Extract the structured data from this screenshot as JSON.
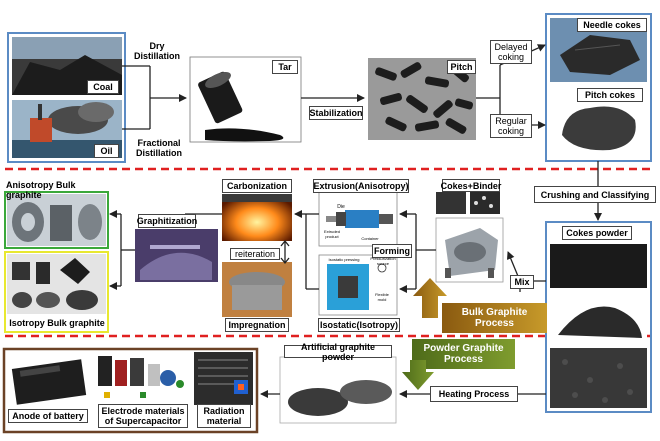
{
  "sources": {
    "coal": "Coal",
    "oil": "Oil"
  },
  "steps": {
    "dry_distillation": "Dry\nDistillation",
    "fractional_distillation": "Fractional\nDistillation",
    "tar": "Tar",
    "stabilization": "Stabilization",
    "pitch": "Pitch",
    "delayed_coking": "Delayed\ncoking",
    "regular_coking": "Regular\ncoking",
    "needle_cokes": "Needle cokes",
    "pitch_cokes": "Pitch cokes",
    "crushing": "Crushing and Classifying",
    "cokes_powder": "Cokes powder",
    "mix": "Mix",
    "cokes_binder": "Cokes+Binder",
    "forming": "Forming",
    "extrusion": "Extrusion(Anisotropy)",
    "isostatic": "Isostatic(Isotropy)",
    "carbonization": "Carbonization",
    "reiteration": "reiteration",
    "impregnation": "Impregnation",
    "graphitization": "Graphitization",
    "anisotropy_bulk": "Anisotropy Bulk graphite",
    "isotropy_bulk": "Isotropy Bulk graphite",
    "heating": "Heating Process",
    "artificial_powder": "Artificial graphite powder",
    "anode": "Anode of battery",
    "electrode": "Electrode materials\nof Supercapacitor",
    "radiation": "Radiation\nmaterial"
  },
  "processes": {
    "bulk": "Bulk Graphite\nProcess",
    "powder": "Powder Graphite\nProcess"
  },
  "diagram_text": {
    "die": "Die",
    "extruded_product": "Extruded\nproduct",
    "container": "Container",
    "pressure_source": "Pressurization\nsource",
    "isostatic_pressing": "Isostatic pressing",
    "flexible_mold": "Flexible\nmold"
  },
  "colors": {
    "frame_blue": "#5b8bc4",
    "divider_red": "#e02020",
    "bulk_arrow": "#b8860b",
    "powder_arrow": "#6b8e23",
    "green_frame": "#3aa83a",
    "yellow_frame": "#e8e830",
    "brown_frame": "#6b4226"
  }
}
